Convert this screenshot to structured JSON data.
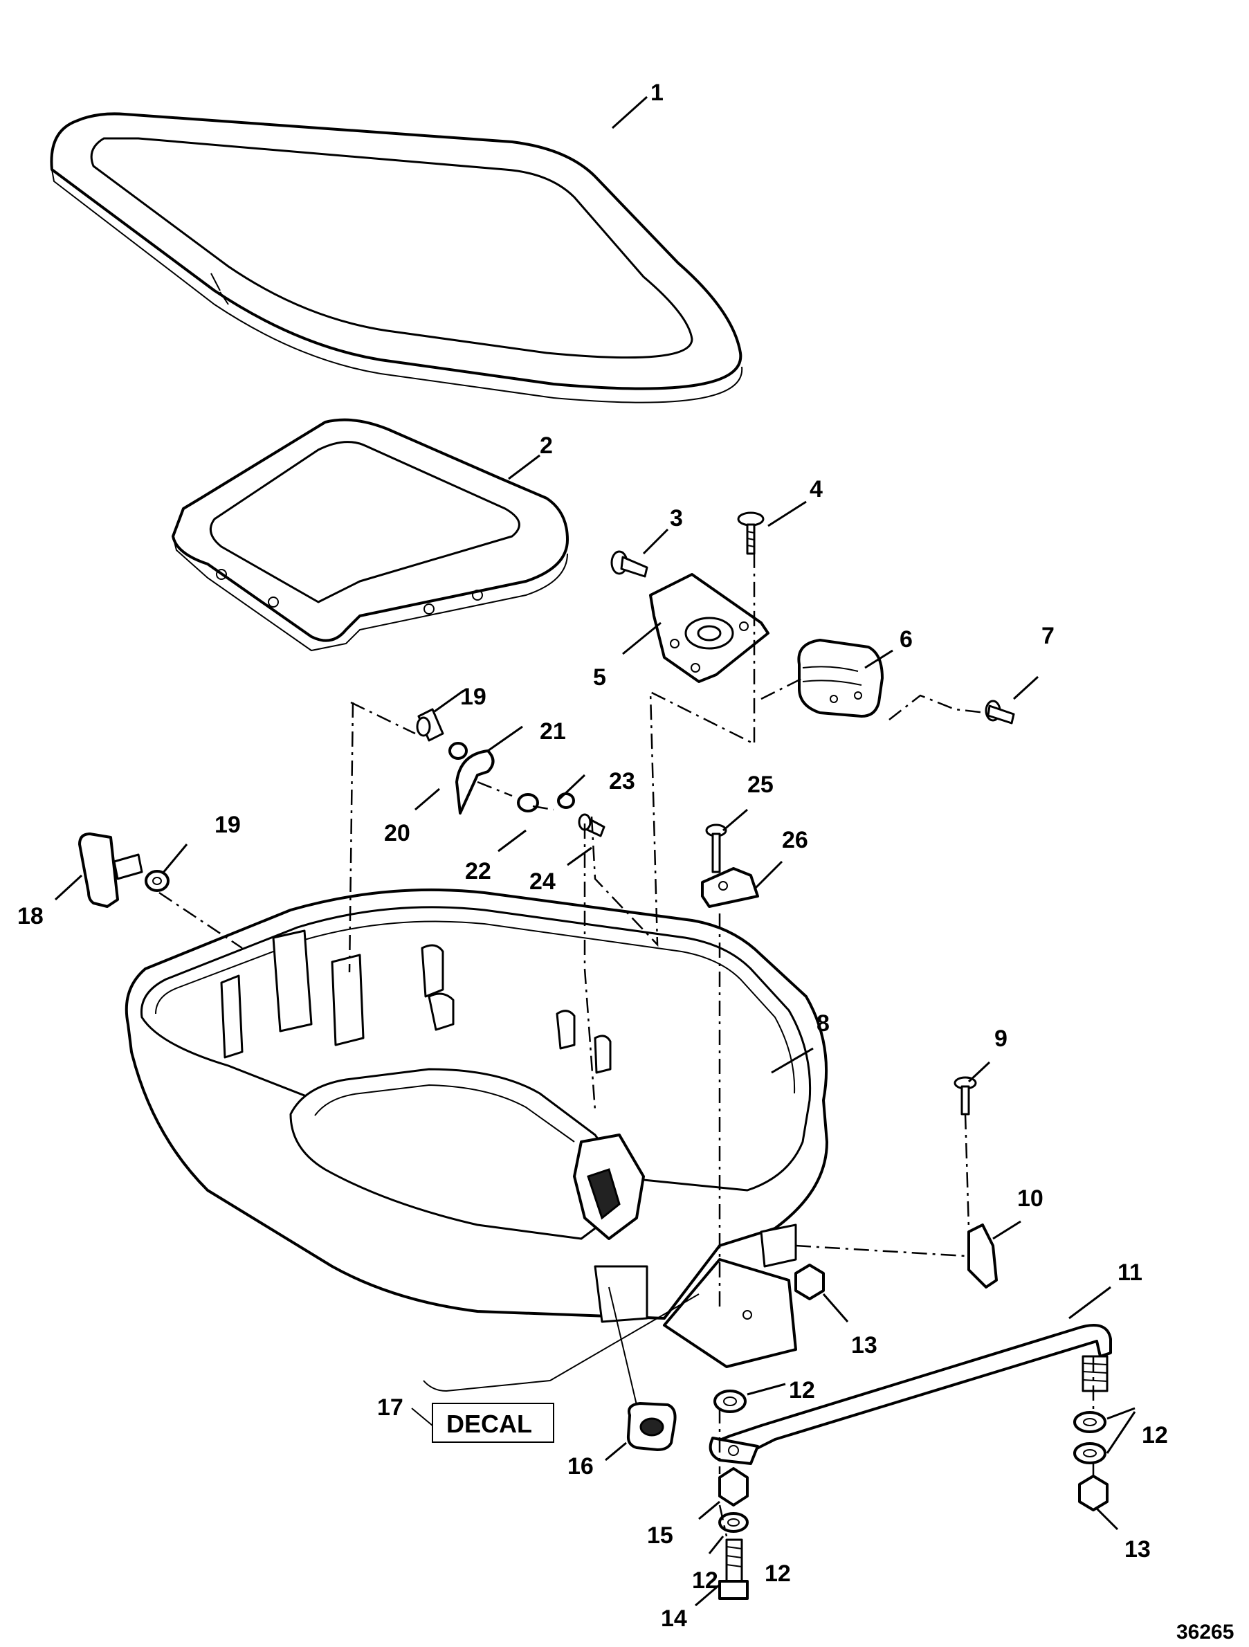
{
  "diagram": {
    "callouts": [
      "1",
      "2",
      "3",
      "4",
      "5",
      "6",
      "7",
      "8",
      "9",
      "10",
      "11",
      "12",
      "12",
      "12",
      "12",
      "13",
      "13",
      "14",
      "15",
      "16",
      "17",
      "18",
      "19",
      "19",
      "20",
      "21",
      "22",
      "23",
      "24",
      "25",
      "26"
    ],
    "decal_label": "DECAL",
    "figure_ref": "36265"
  }
}
